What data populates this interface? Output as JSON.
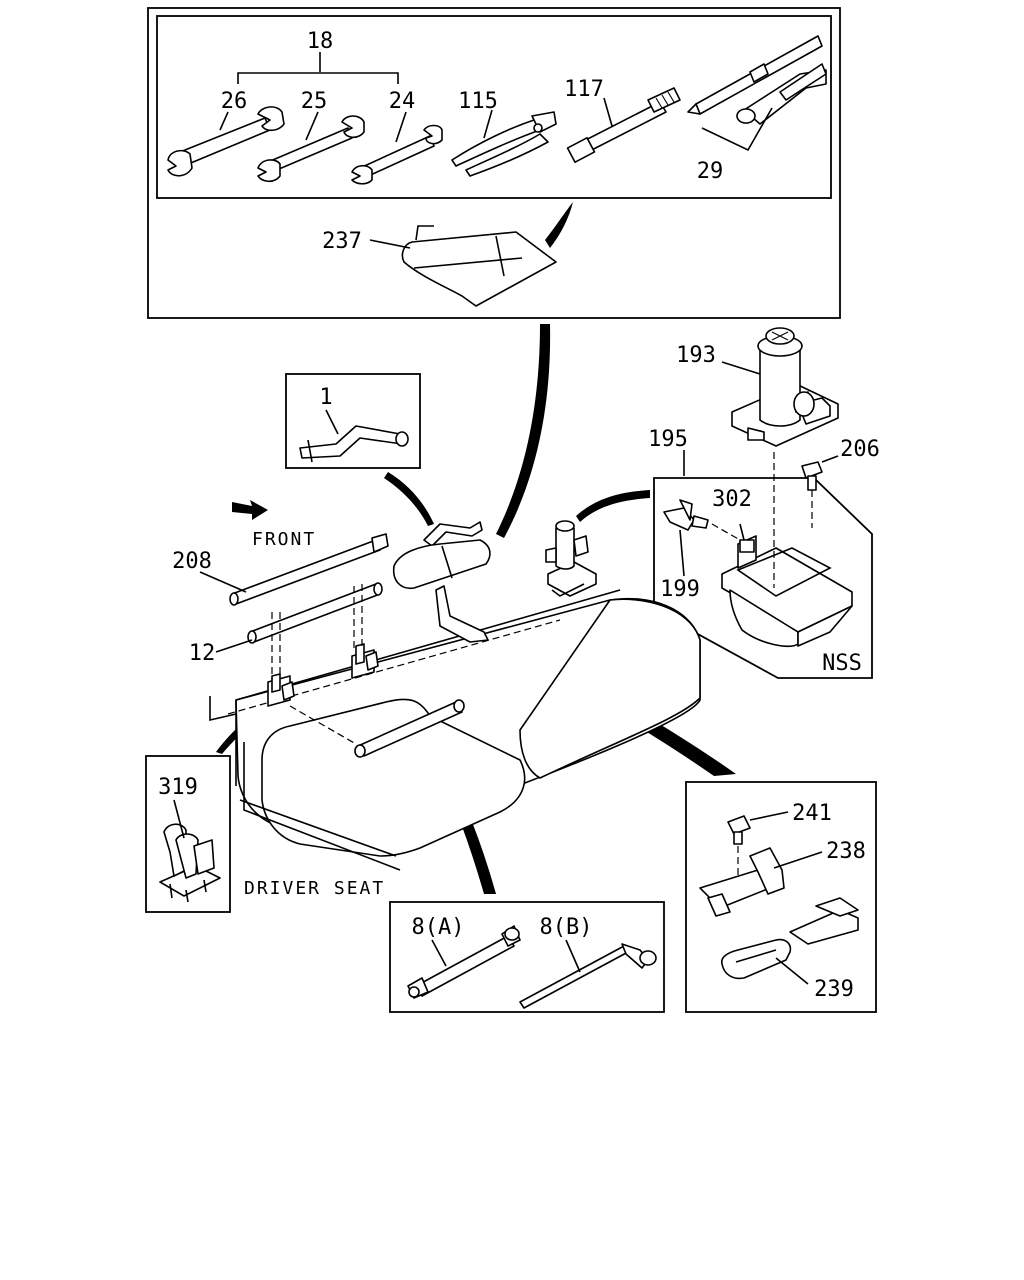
{
  "diagram": {
    "callouts": {
      "c18": "18",
      "c26": "26",
      "c25": "25",
      "c24": "24",
      "c115": "115",
      "c117": "117",
      "c29": "29",
      "c237": "237",
      "c193": "193",
      "c195": "195",
      "c206": "206",
      "c302": "302",
      "c199": "199",
      "c1": "1",
      "c208": "208",
      "c12": "12",
      "c319": "319",
      "c241": "241",
      "c238": "238",
      "c239": "239",
      "c8a": "8(A)",
      "c8b": "8(B)"
    },
    "labels": {
      "front": "FRONT",
      "nss": "NSS",
      "driver_seat": "DRIVER SEAT"
    }
  }
}
